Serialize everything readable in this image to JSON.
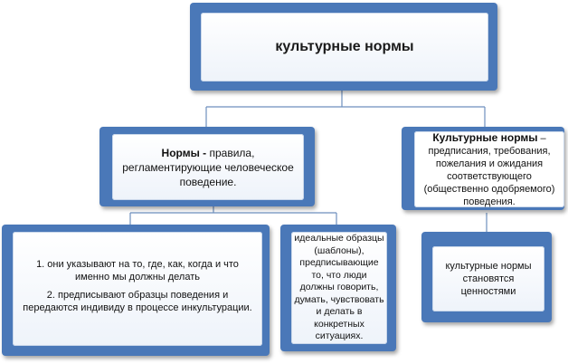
{
  "title": "культурные нормы",
  "norms": {
    "bold": "Нормы -",
    "rest": " правила, регламентирующие человеческое поведение."
  },
  "cultural_norms": {
    "bold": "Культурные нормы",
    "rest": " – предписания, требования, пожелания и ожидания соответствующего (общественно одобряемого) поведения."
  },
  "points": {
    "item1": "1. они указывают на то, где, как, когда и что именно мы должны  делать",
    "item2": "2. предписывают образцы поведения и передаются индивиду в процессе инкультурации."
  },
  "ideal": "идеальные образцы (шаблоны), предписывающие то, что люди должны говорить, думать, чувствовать и делать в конкретных ситуациях.",
  "values": "культурные нормы становятся ценностями"
}
